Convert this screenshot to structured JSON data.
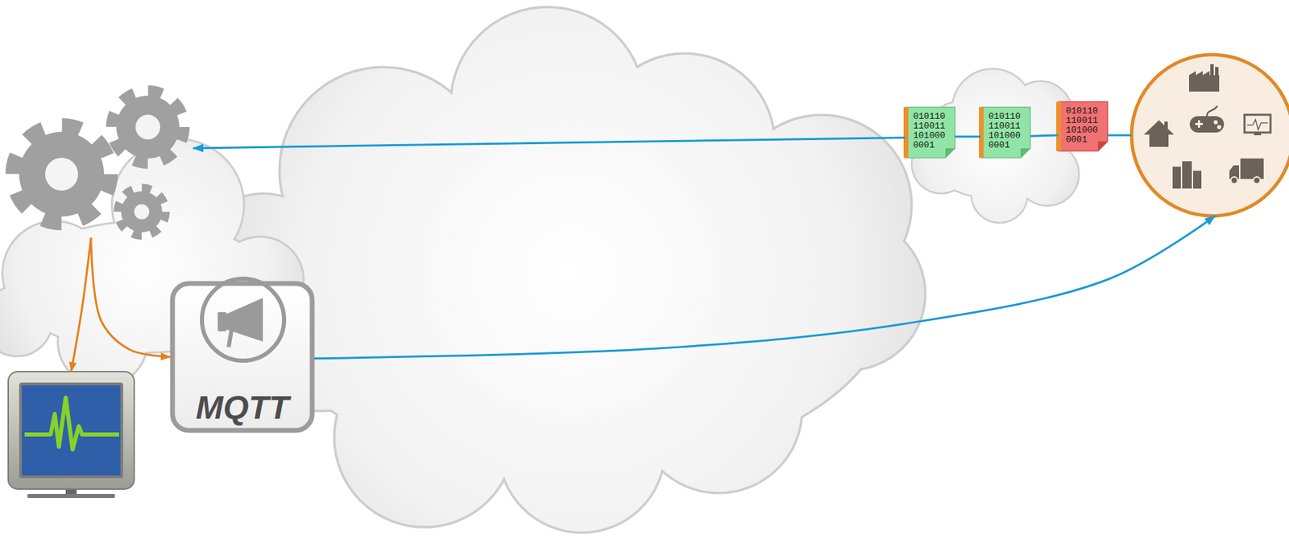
{
  "diagram": {
    "nodes": [
      {
        "text": []
      },
      {
        "text": [
          "010110 110011 101000 0001"
        ]
      },
      {
        "text": [
          "010110 110011 101000 0001"
        ]
      },
      {
        "text": [
          "010110 110011 101000 0001"
        ]
      },
      {
        "text": []
      },
      {
        "text": [
          "MQTT"
        ]
      },
      {
        "text": []
      }
    ],
    "edges": [
      {
        "from": 4,
        "to": 3,
        "arrow": "none"
      },
      {
        "from": 3,
        "to": 2,
        "arrow": "none"
      },
      {
        "from": 2,
        "to": 1,
        "arrow": "none"
      },
      {
        "from": 1,
        "to": 0,
        "arrow": "to"
      },
      {
        "from": 0,
        "to": 6,
        "arrow": "to"
      },
      {
        "from": 0,
        "to": 5,
        "arrow": "to"
      },
      {
        "from": 5,
        "to": 4,
        "arrow": "to"
      }
    ]
  }
}
